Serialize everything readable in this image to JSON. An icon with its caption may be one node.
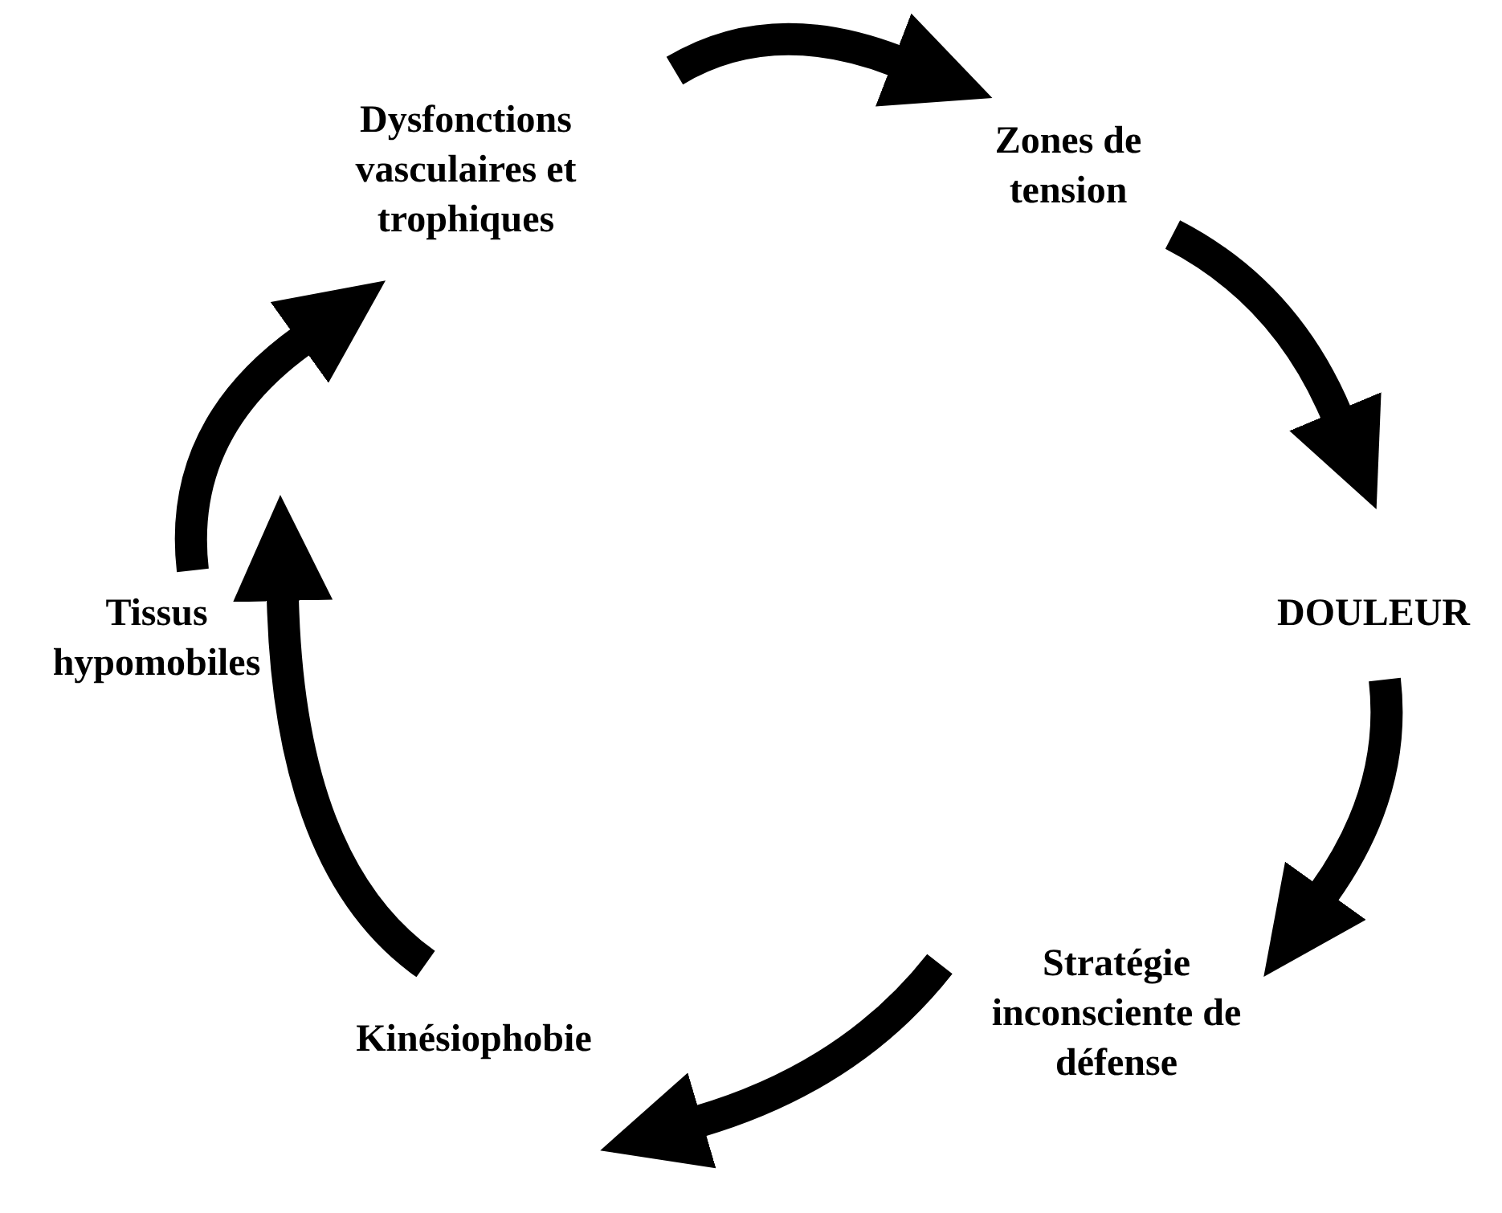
{
  "diagram": {
    "nodes": [
      {
        "text": [
          "Dysfonctions vasculaires et trophiques"
        ]
      },
      {
        "text": [
          "Zones de tension"
        ]
      },
      {
        "text": [
          "DOULEUR"
        ]
      },
      {
        "text": [
          "Stratégie inconsciente de défense"
        ]
      },
      {
        "text": [
          "Kinésiophobie"
        ]
      },
      {
        "text": [
          "Tissus hypomobiles"
        ]
      }
    ],
    "edges": [
      {
        "from": 0,
        "to": 1,
        "arrow": "to"
      },
      {
        "from": 1,
        "to": 2,
        "arrow": "to"
      },
      {
        "from": 2,
        "to": 3,
        "arrow": "to"
      },
      {
        "from": 3,
        "to": 4,
        "arrow": "to"
      },
      {
        "from": 4,
        "to": 5,
        "arrow": "to"
      },
      {
        "from": 5,
        "to": 0,
        "arrow": "to"
      }
    ]
  }
}
